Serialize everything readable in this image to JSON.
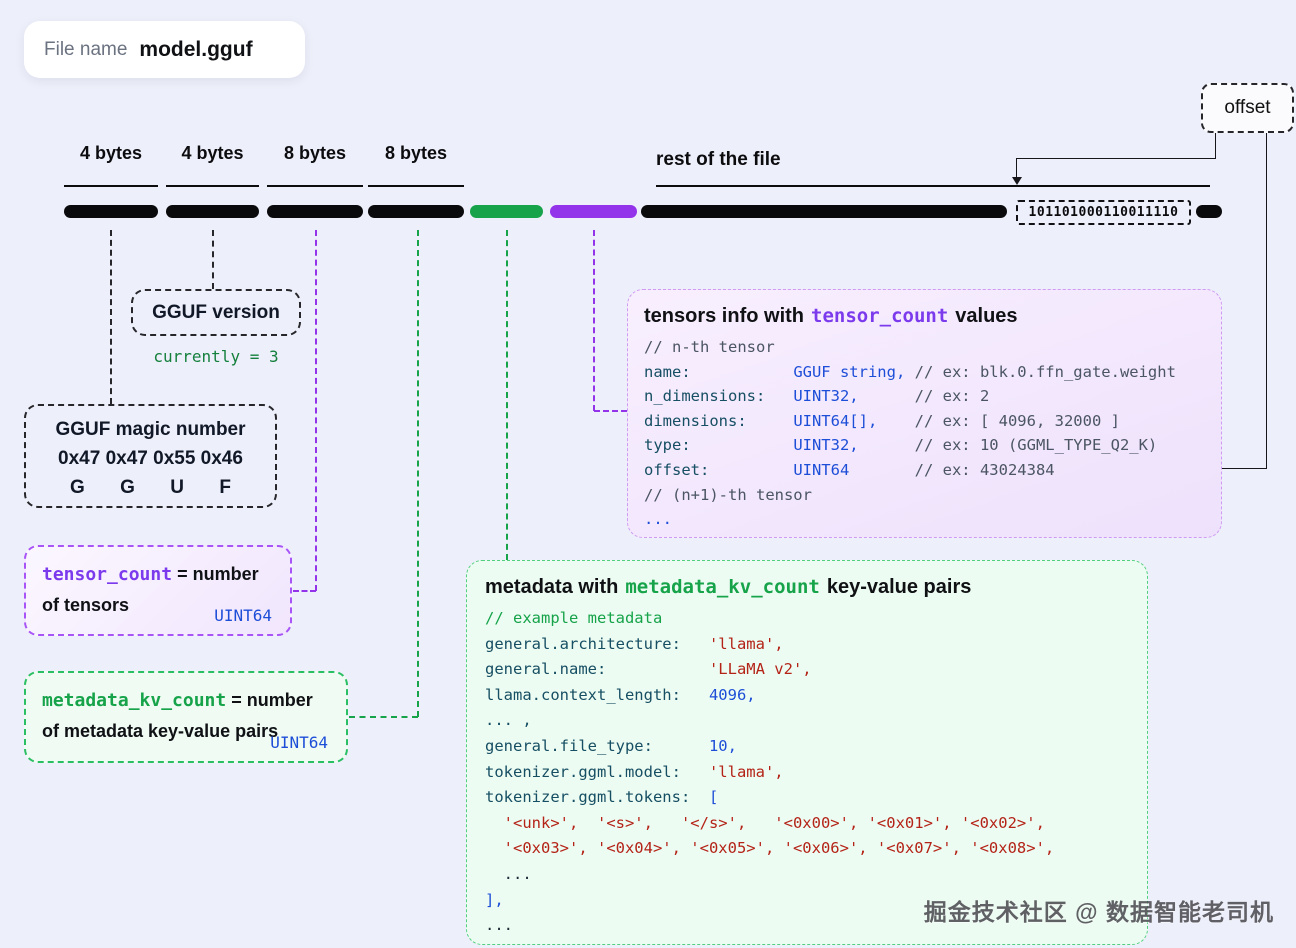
{
  "file_pill": {
    "label": "File name",
    "value": "model.gguf"
  },
  "offset_box": {
    "label": "offset"
  },
  "ruler": {
    "segments": [
      {
        "label": "4 bytes"
      },
      {
        "label": "4 bytes"
      },
      {
        "label": "8 bytes"
      },
      {
        "label": "8 bytes"
      }
    ],
    "rest_label": "rest of the file",
    "binary": "101101000110011110"
  },
  "callouts": {
    "gguf_version": {
      "title": "GGUF version",
      "note": "currently = 3"
    },
    "magic": {
      "title": "GGUF magic number",
      "hex": "0x47 0x47 0x55 0x46",
      "chars": [
        "G",
        "G",
        "U",
        "F"
      ]
    },
    "tensor_count": {
      "code": "tensor_count",
      "eq": "= number",
      "line2": "of tensors",
      "type": "UINT64"
    },
    "metadata_kv_count": {
      "code": "metadata_kv_count",
      "eq": "= number",
      "line2": "of metadata key-value pairs",
      "type": "UINT64"
    }
  },
  "tensors_box": {
    "title_pre": "tensors info with",
    "title_code": "tensor_count",
    "title_post": "values",
    "lines": [
      [
        {
          "c": "cmt",
          "t": "// n-th tensor"
        }
      ],
      [
        {
          "c": "key",
          "t": "name:           "
        },
        {
          "c": "blue",
          "t": "GGUF string, "
        },
        {
          "c": "cmt",
          "t": "// ex: blk.0.ffn_gate.weight"
        }
      ],
      [
        {
          "c": "key",
          "t": "n_dimensions:   "
        },
        {
          "c": "blue",
          "t": "UINT32,      "
        },
        {
          "c": "cmt",
          "t": "// ex: 2"
        }
      ],
      [
        {
          "c": "key",
          "t": "dimensions:     "
        },
        {
          "c": "blue",
          "t": "UINT64[],    "
        },
        {
          "c": "cmt",
          "t": "// ex: [ 4096, 32000 ]"
        }
      ],
      [
        {
          "c": "key",
          "t": "type:           "
        },
        {
          "c": "blue",
          "t": "UINT32,      "
        },
        {
          "c": "cmt",
          "t": "// ex: 10 (GGML_TYPE_Q2_K)"
        }
      ],
      [
        {
          "c": "key",
          "t": "offset:         "
        },
        {
          "c": "blue",
          "t": "UINT64       "
        },
        {
          "c": "cmt",
          "t": "// ex: 43024384 "
        }
      ],
      [
        {
          "c": "cmt",
          "t": "// (n+1)-th tensor"
        }
      ],
      [
        {
          "c": "blue",
          "t": "..."
        }
      ]
    ]
  },
  "metadata_box": {
    "title_pre": "metadata with",
    "title_code": "metadata_kv_count",
    "title_post": "key-value pairs",
    "lines": [
      [
        {
          "c": "green",
          "t": "// example metadata"
        }
      ],
      [
        {
          "c": "key",
          "t": "general.architecture:   "
        },
        {
          "c": "red",
          "t": "'llama',"
        }
      ],
      [
        {
          "c": "key",
          "t": "general.name:           "
        },
        {
          "c": "red",
          "t": "'LLaMA v2',"
        }
      ],
      [
        {
          "c": "key",
          "t": "llama.context_length:   "
        },
        {
          "c": "blue",
          "t": "4096,"
        }
      ],
      [
        {
          "c": "key",
          "t": "... ,"
        }
      ],
      [
        {
          "c": "key",
          "t": "general.file_type:      "
        },
        {
          "c": "blue",
          "t": "10,"
        }
      ],
      [
        {
          "c": "key",
          "t": "tokenizer.ggml.model:   "
        },
        {
          "c": "red",
          "t": "'llama',"
        }
      ],
      [
        {
          "c": "key",
          "t": "tokenizer.ggml.tokens:  "
        },
        {
          "c": "blue",
          "t": "["
        }
      ],
      [
        {
          "c": "red",
          "t": "  '<unk>',  '<s>',   '</s>',   '<0x00>', '<0x01>', '<0x02>',"
        }
      ],
      [
        {
          "c": "red",
          "t": "  '<0x03>', '<0x04>', '<0x05>', '<0x06>', '<0x07>', '<0x08>',"
        }
      ],
      [
        {
          "c": "dark",
          "t": "  ..."
        }
      ],
      [
        {
          "c": "blue",
          "t": "],"
        }
      ],
      [
        {
          "c": "dark",
          "t": "..."
        }
      ]
    ]
  },
  "watermark": "掘金技术社区 @ 数据智能老司机"
}
